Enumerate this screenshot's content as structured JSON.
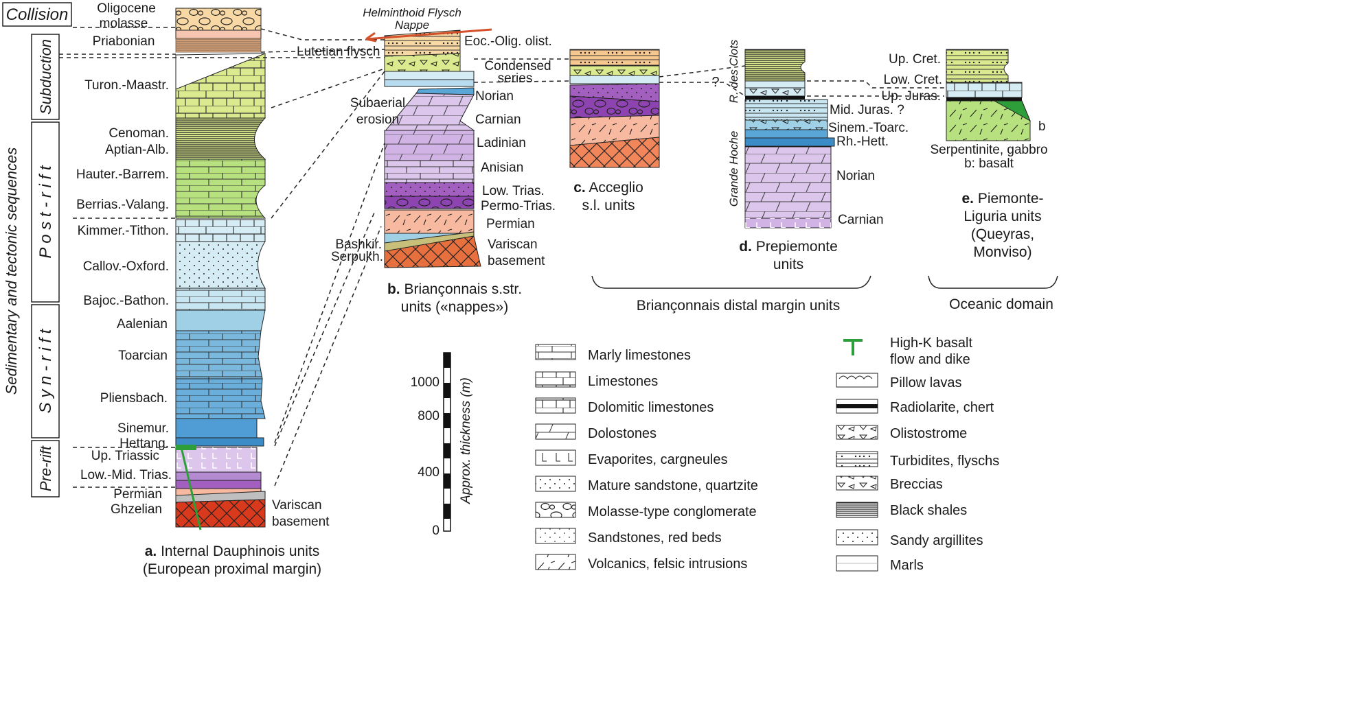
{
  "phases": {
    "collision": "Collision",
    "subduction": "Subduction",
    "post_rift": "P o s t - r i f t",
    "syn_rift": "S y n - r i f t",
    "pre_rift": "Pre-rift",
    "sequences_title": "Sedimentary and tectonic sequences"
  },
  "column_a": {
    "labels": [
      "Oligocene",
      "molasse",
      "Priabonian",
      "Lutetian flysch",
      "Turon.-Maastr.",
      "Cenoman.",
      "Aptian-Alb.",
      "Hauter.-Barrem.",
      "Berrias.-Valang.",
      "Kimmer.-Tithon.",
      "Callov.-Oxford.",
      "Bajoc.-Bathon.",
      "Aalenian",
      "Toarcian",
      "Pliensbach.",
      "Sinemur.",
      "Hettang.",
      "Up. Triassic",
      "Low.-Mid. Trias.",
      "Permian",
      "Ghzelian",
      "Variscan",
      "basement"
    ],
    "caption_letter": "a.",
    "caption_1": "Internal Dauphinois units",
    "caption_2": "(European proximal margin)"
  },
  "column_b": {
    "nappe_1": "Helminthoid Flysch",
    "nappe_2": "Nappe",
    "labels": [
      "Eoc.-Olig. olist.",
      "Condensed",
      "series",
      "Subaerial",
      "erosion",
      "Norian",
      "Carnian",
      "Ladinian",
      "Anisian",
      "Low. Trias.",
      "Permo-Trias.",
      "Permian",
      "Bashkir.",
      "Serpukh.",
      "Variscan",
      "basement"
    ],
    "caption_letter": "b.",
    "caption_1": "Briançonnais s.str.",
    "caption_2": "units («nappes»)"
  },
  "column_c": {
    "caption_letter": "c.",
    "caption_1": "Acceglio",
    "caption_2": "s.l. units"
  },
  "column_d": {
    "side_1": "R. des Clots",
    "side_2": "Grande Hoche",
    "question": "?",
    "labels": [
      "Mid. Juras. ?",
      "Sinem.-Toarc.",
      "Rh.-Hett.",
      "Norian",
      "Carnian"
    ],
    "caption_letter": "d.",
    "caption_1": "Prepiemonte",
    "caption_2": "units"
  },
  "column_e": {
    "labels": [
      "Up. Cret.",
      "Low. Cret.",
      "Up. Juras.",
      "b",
      "Serpentinite, gabbro",
      "b: basalt"
    ],
    "caption_letter": "e.",
    "caption_1": "Piemonte-",
    "caption_2": "Liguria units",
    "caption_3": "(Queyras,",
    "caption_4": "Monviso)"
  },
  "groups": {
    "distal": "Briançonnais distal margin units",
    "oceanic": "Oceanic domain"
  },
  "scale": {
    "ticks": [
      "1000",
      "800",
      "400",
      "0"
    ],
    "axis_label": "Approx. thickness (m)"
  },
  "legend_left": [
    "Marly limestones",
    "Limestones",
    "Dolomitic limestones",
    "Dolostones",
    "Evaporites, cargneules",
    "Mature sandstone, quartzite",
    "Molasse-type conglomerate",
    "Sandstones, red beds",
    "Volcanics, felsic intrusions"
  ],
  "legend_right": [
    "High-K basalt",
    "flow and dike",
    "Pillow lavas",
    "Radiolarite, chert",
    "Olistostrome",
    "Turbidites, flyschs",
    "Breccias",
    "Black shales",
    "Sandy argillites",
    "Marls"
  ],
  "colors": {
    "marls_green": "#dbe98f",
    "limestone_green": "#b7e07e",
    "jurassic_blue_light": "#d6ecf4",
    "jurassic_blue": "#9fd0e6",
    "jurassic_blue_dark": "#5aa6d6",
    "triassic_lilac": "#dcc6ec",
    "trias_purple": "#a35fc0",
    "permian_salmon": "#f7b9a0",
    "basement_red": "#d9391c",
    "flysch_orange": "#f6c78f",
    "thrust_red": "#d4502a",
    "basalt_green": "#2e9e3a"
  }
}
